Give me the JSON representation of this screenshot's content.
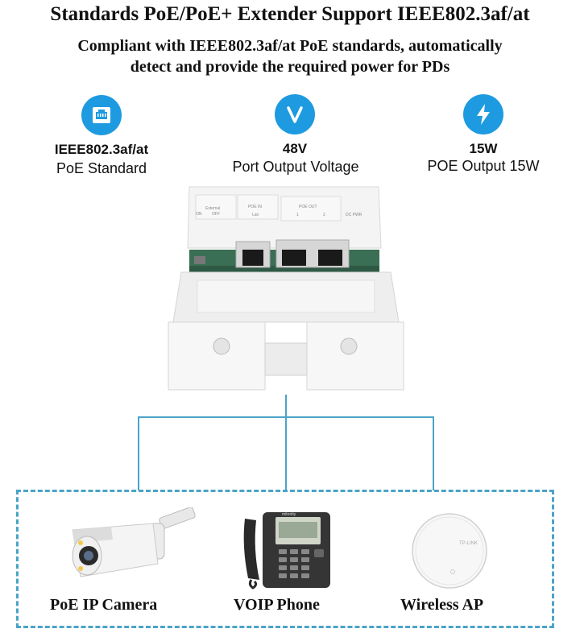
{
  "header": {
    "title": "Standards PoE/PoE+ Extender Support IEEE802.3af/at",
    "subtitle_line1": "Compliant with IEEE802.3af/at PoE standards, automatically",
    "subtitle_line2": "detect and provide the required power for PDs"
  },
  "features": [
    {
      "icon": "ethernet-port-icon",
      "title": "IEEE802.3af/at",
      "subtitle": "PoE Standard"
    },
    {
      "icon": "voltage-icon",
      "title": "48V",
      "subtitle": "Port Output Voltage"
    },
    {
      "icon": "lightning-icon",
      "title": "15W",
      "subtitle": "POE Output 15W"
    }
  ],
  "device_labels": {
    "external": "External",
    "on": "ON",
    "off": "OFF",
    "poe_in": "POE IN",
    "lan": "Lan",
    "poe_out": "POE OUT",
    "port1": "1",
    "port2": "2",
    "dc_pwr": "DC PWR"
  },
  "phone_brand": "mitonity",
  "ap_brand": "TP-LINK",
  "endpoints": [
    {
      "label": "PoE IP Camera",
      "icon": "ip-camera-icon"
    },
    {
      "label": "VOIP Phone",
      "icon": "voip-phone-icon"
    },
    {
      "label": "Wireless AP",
      "icon": "wireless-ap-icon"
    }
  ],
  "colors": {
    "accent": "#1e9be0",
    "connector": "#4aa3c7"
  }
}
